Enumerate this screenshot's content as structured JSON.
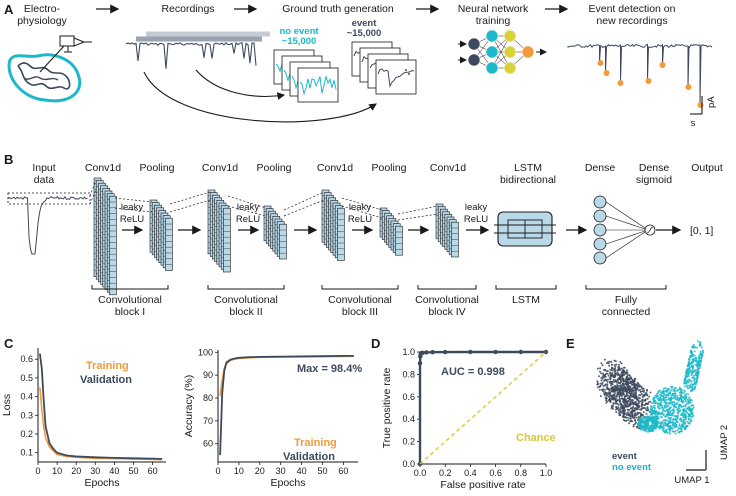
{
  "colors": {
    "dark": "#3d4a5e",
    "teal": "#1cb8c8",
    "orange": "#f39a3a",
    "yellow": "#d9d23a",
    "block": "#b9d8e8",
    "chance": "#d7c93a"
  },
  "panel_a": {
    "letter": "A",
    "steps": [
      "Electro-",
      "physiology",
      "Recordings",
      "Ground truth generation",
      "Neural network",
      "training",
      "Event detection on",
      "new recordings"
    ],
    "no_event_label": "no event",
    "no_event_count": "~15,000",
    "event_label": "event",
    "event_count": "~15,000",
    "scale_y": "pA",
    "scale_x": "s"
  },
  "panel_b": {
    "letter": "B",
    "layers": [
      "Input",
      "data",
      "Conv1d",
      "Pooling",
      "Conv1d",
      "Pooling",
      "Conv1d",
      "Pooling",
      "Conv1d",
      "LSTM",
      "bidirectional",
      "Dense",
      "Dense",
      "sigmoid",
      "Output"
    ],
    "activation": [
      "leaky",
      "ReLU"
    ],
    "output_range": "[0, 1]",
    "groups": [
      {
        "line1": "Convolutional",
        "line2": "block I"
      },
      {
        "line1": "Convolutional",
        "line2": "block II"
      },
      {
        "line1": "Convolutional",
        "line2": "block III"
      },
      {
        "line1": "Convolutional",
        "line2": "block IV"
      },
      {
        "line1": "LSTM",
        "line2": ""
      },
      {
        "line1": "Fully",
        "line2": "connected"
      }
    ]
  },
  "panel_c": {
    "letter": "C",
    "legend_training": "Training",
    "legend_validation": "Validation",
    "max_label": "Max = 98.4%"
  },
  "panel_d": {
    "letter": "D",
    "auc_label": "AUC = 0.998",
    "chance_label": "Chance"
  },
  "panel_e": {
    "letter": "E",
    "event_label": "event",
    "no_event_label": "no event",
    "umap1": "UMAP 1",
    "umap2": "UMAP 2"
  },
  "chart_data": [
    {
      "type": "line",
      "xlabel": "Epochs",
      "ylabel": "Loss",
      "xlim": [
        0,
        67
      ],
      "ylim": [
        0.05,
        0.66
      ],
      "xticks": [
        0,
        10,
        20,
        30,
        40,
        50,
        60
      ],
      "yticks": [
        0.1,
        0.2,
        0.3,
        0.4,
        0.5,
        0.6
      ],
      "series": [
        {
          "name": "Training",
          "x": [
            1,
            2,
            3,
            4,
            6,
            8,
            10,
            15,
            20,
            30,
            40,
            50,
            60,
            65
          ],
          "values": [
            0.45,
            0.33,
            0.24,
            0.18,
            0.13,
            0.11,
            0.09,
            0.08,
            0.075,
            0.07,
            0.068,
            0.066,
            0.064,
            0.063
          ]
        },
        {
          "name": "Validation",
          "x": [
            1,
            2,
            3,
            4,
            6,
            8,
            10,
            15,
            20,
            30,
            40,
            50,
            60,
            65
          ],
          "values": [
            0.63,
            0.55,
            0.38,
            0.24,
            0.15,
            0.12,
            0.1,
            0.085,
            0.08,
            0.075,
            0.072,
            0.07,
            0.068,
            0.066
          ]
        }
      ]
    },
    {
      "type": "line",
      "xlabel": "Epochs",
      "ylabel": "Accuracy (%)",
      "xlim": [
        0,
        67
      ],
      "ylim": [
        52,
        101
      ],
      "xticks": [
        0,
        10,
        20,
        30,
        40,
        50,
        60
      ],
      "yticks": [
        60,
        70,
        80,
        90,
        100
      ],
      "series": [
        {
          "name": "Training",
          "x": [
            1,
            2,
            3,
            4,
            6,
            8,
            10,
            15,
            20,
            30,
            40,
            50,
            60,
            65
          ],
          "values": [
            81,
            88,
            93,
            95,
            96.5,
            97,
            97.3,
            97.6,
            97.8,
            97.9,
            98,
            98.1,
            98.2,
            98.3
          ]
        },
        {
          "name": "Validation",
          "x": [
            1,
            2,
            3,
            4,
            6,
            8,
            10,
            15,
            20,
            30,
            40,
            50,
            60,
            65
          ],
          "values": [
            55,
            82,
            92,
            95.5,
            96.8,
            97.3,
            97.6,
            97.9,
            98,
            98.1,
            98.2,
            98.3,
            98.4,
            98.4
          ]
        }
      ]
    },
    {
      "type": "line",
      "xlabel": "False positive rate",
      "ylabel": "True positive rate",
      "xlim": [
        0,
        1
      ],
      "ylim": [
        0,
        1
      ],
      "xticks": [
        0,
        0.2,
        0.4,
        0.6,
        0.8,
        1.0
      ],
      "yticks": [
        0,
        0.2,
        0.4,
        0.6,
        0.8,
        1.0
      ],
      "series": [
        {
          "name": "AUC = 0.998",
          "x": [
            0,
            0,
            0.002,
            0.005,
            0.01,
            0.02,
            0.05,
            0.1,
            0.2,
            0.4,
            0.6,
            0.8,
            1.0
          ],
          "values": [
            0,
            0.9,
            0.96,
            0.98,
            0.99,
            0.993,
            0.996,
            0.998,
            0.999,
            1.0,
            1.0,
            1.0,
            1.0
          ]
        },
        {
          "name": "Chance",
          "x": [
            0,
            1
          ],
          "values": [
            0,
            1
          ]
        }
      ]
    }
  ]
}
